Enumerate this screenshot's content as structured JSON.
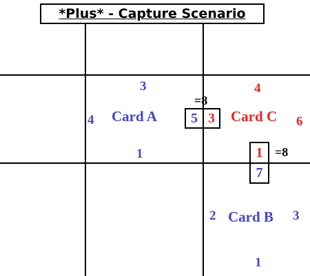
{
  "title": "*Plus* - Capture Scenario",
  "colors": {
    "blue": "#4444cc",
    "red": "#ee2222",
    "line": "#000000"
  },
  "cards": {
    "a": {
      "name": "Card A",
      "top": "3",
      "left": "4",
      "right": "5",
      "bottom": "1"
    },
    "c": {
      "name": "Card C",
      "top": "4",
      "left": "3",
      "right": "6",
      "bottom": "1"
    },
    "b": {
      "name": "Card B",
      "top": "7",
      "left": "2",
      "right": "3",
      "bottom": "1"
    }
  },
  "sums": {
    "horizontal": "=8",
    "vertical": "=8"
  }
}
